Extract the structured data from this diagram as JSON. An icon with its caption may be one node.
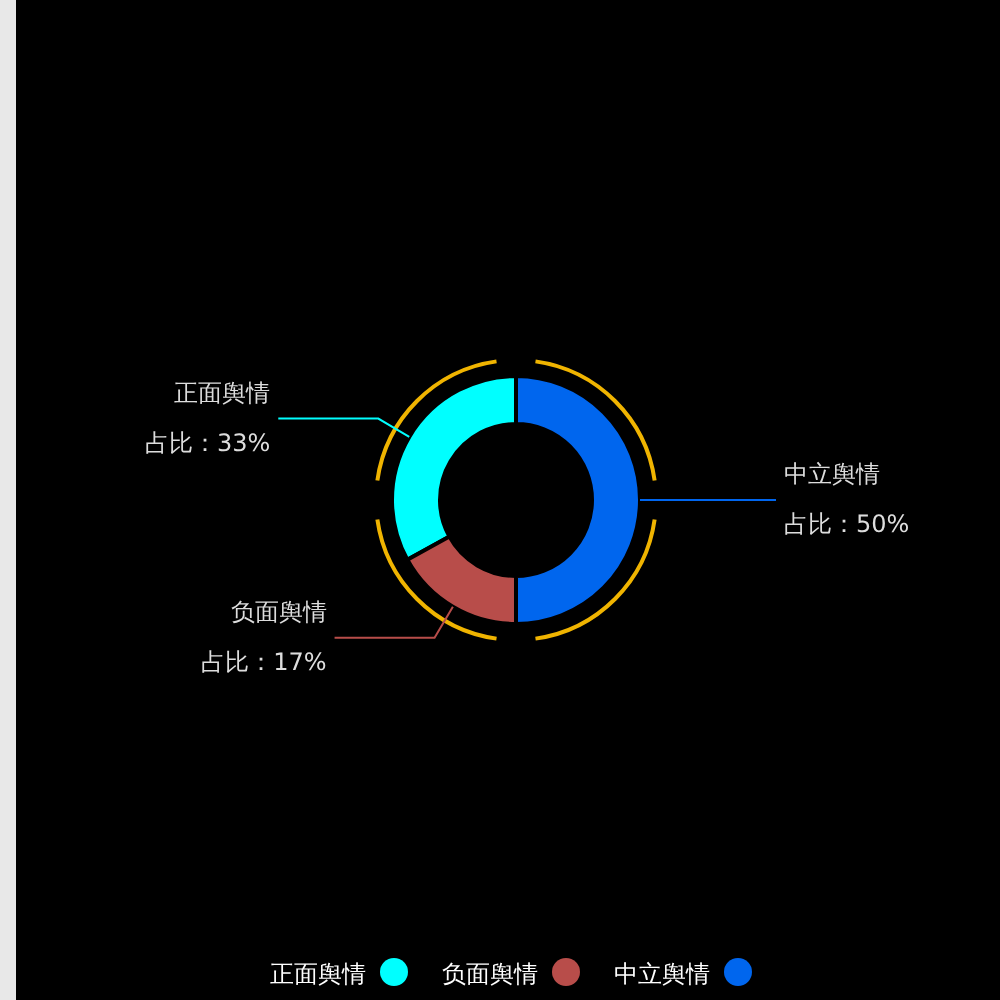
{
  "diagram": {
    "legend": [
      {
        "text": "正面舆情",
        "color": "#00ffff"
      },
      {
        "text": "负面舆情",
        "color": "#b84d4a"
      },
      {
        "text": "中立舆情",
        "color": "#0066ee"
      }
    ],
    "chart_data": {
      "type": "donut",
      "categories": [
        "正面舆情",
        "负面舆情",
        "中立舆情"
      ],
      "values": [
        33,
        17,
        50
      ],
      "value_labels": [
        "占比：33%",
        "占比：17%",
        "占比：50%"
      ]
    }
  }
}
